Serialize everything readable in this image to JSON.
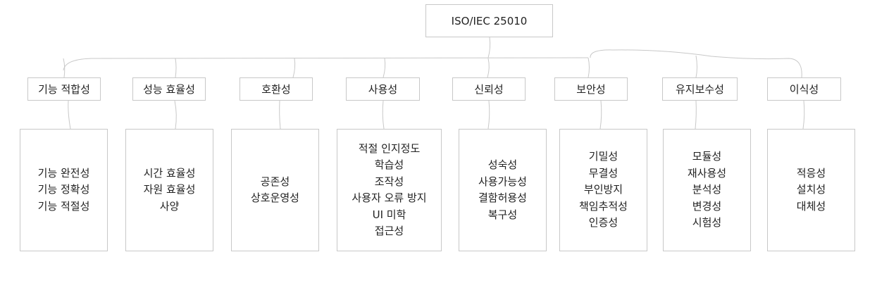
{
  "root": {
    "label": "ISO/IEC 25010"
  },
  "categories": [
    {
      "label": "기능 적합성",
      "items": [
        "기능 완전성",
        "기능 정확성",
        "기능 적절성"
      ]
    },
    {
      "label": "성능 효율성",
      "items": [
        "시간 효율성",
        "자원 효율성",
        "사양"
      ]
    },
    {
      "label": "호환성",
      "items": [
        "공존성",
        "상호운영성"
      ]
    },
    {
      "label": "사용성",
      "items": [
        "적절 인지정도",
        "학습성",
        "조작성",
        "사용자 오류 방지",
        "UI 미학",
        "접근성"
      ]
    },
    {
      "label": "신뢰성",
      "items": [
        "성숙성",
        "사용가능성",
        "결함허용성",
        "복구성"
      ]
    },
    {
      "label": "보안성",
      "items": [
        "기밀성",
        "무결성",
        "부인방지",
        "책임추적성",
        "인증성"
      ]
    },
    {
      "label": "유지보수성",
      "items": [
        "모듈성",
        "재사용성",
        "분석성",
        "변경성",
        "시험성"
      ]
    },
    {
      "label": "이식성",
      "items": [
        "적응성",
        "설치성",
        "대체성"
      ]
    }
  ]
}
